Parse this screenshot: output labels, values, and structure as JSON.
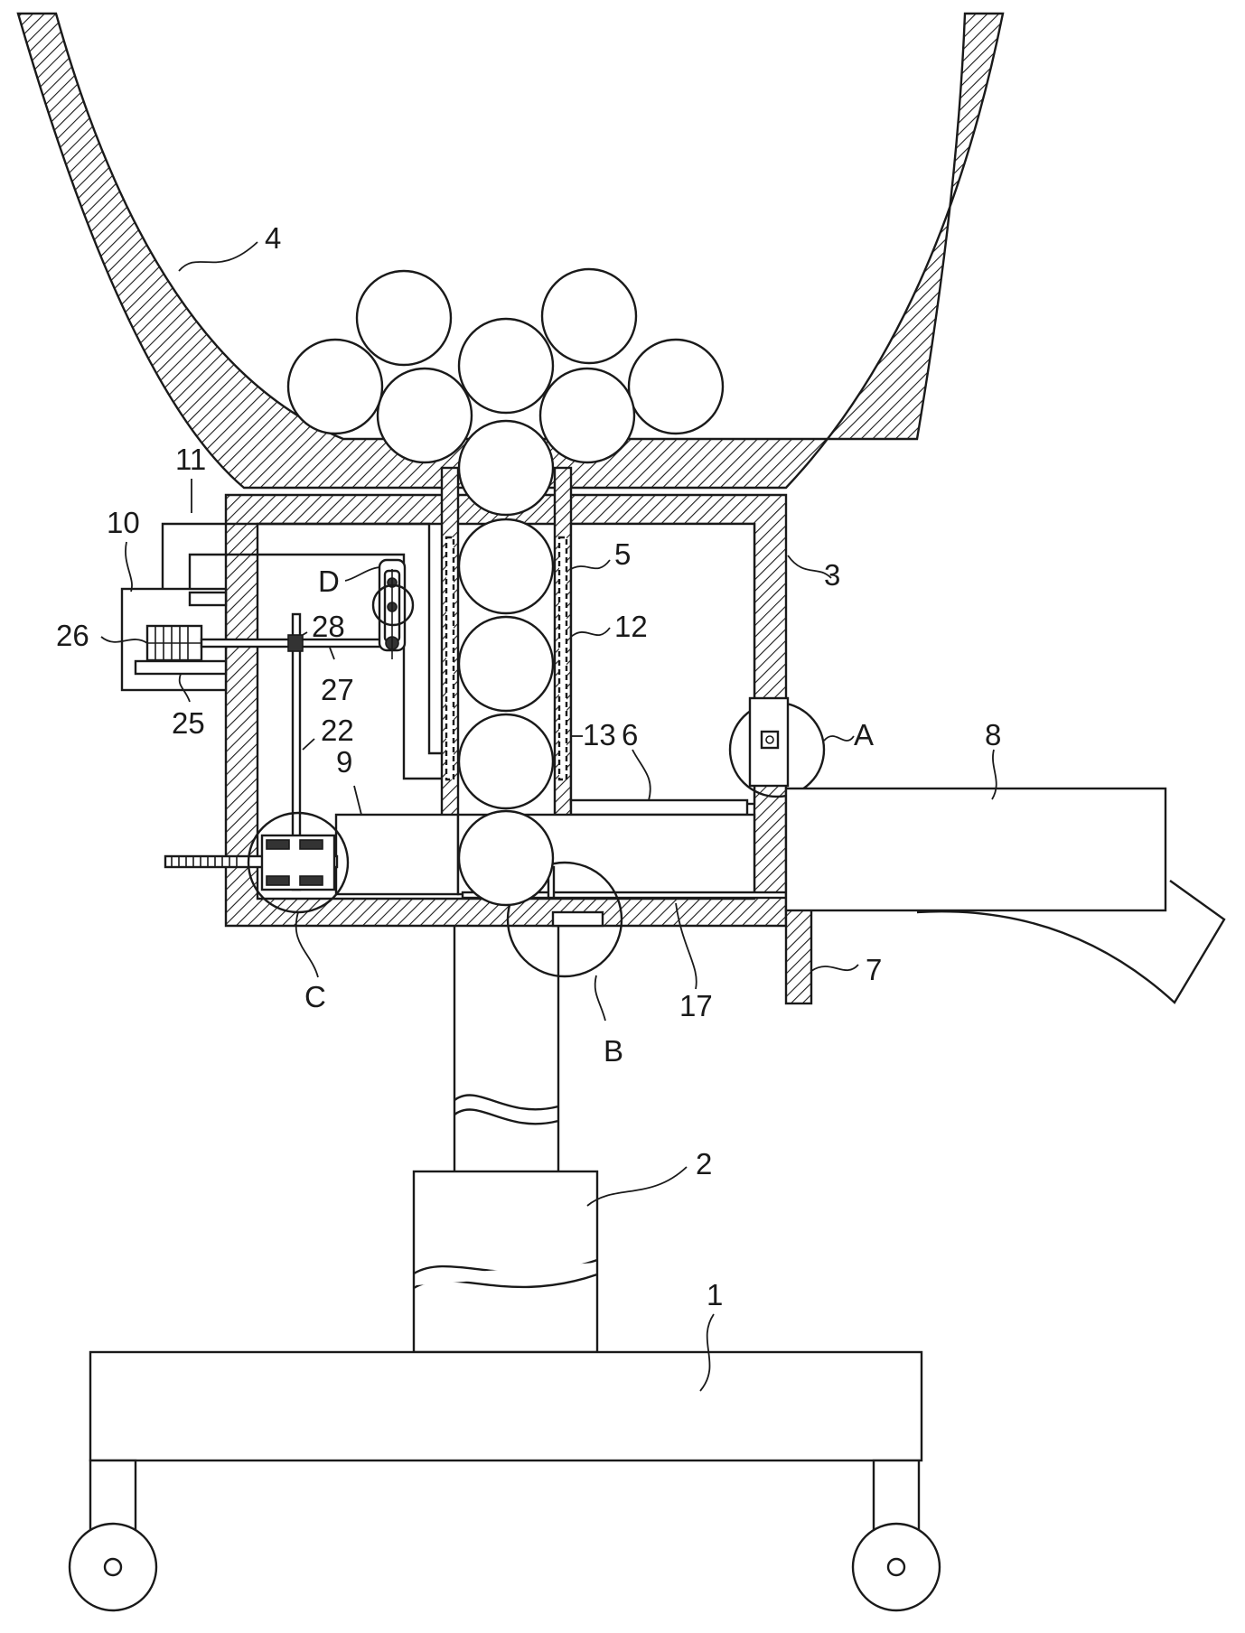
{
  "labels": {
    "l1": "1",
    "l2": "2",
    "l3": "3",
    "l4": "4",
    "l5": "5",
    "l6": "6",
    "l7": "7",
    "l8": "8",
    "l9": "9",
    "l10": "10",
    "l11": "11",
    "l12": "12",
    "l13": "13",
    "l17": "17",
    "l22": "22",
    "l25": "25",
    "l26": "26",
    "l27": "27",
    "l28": "28",
    "lA": "A",
    "lB": "B",
    "lC": "C",
    "lD": "D"
  },
  "icons": {
    "motor": "motor-icon",
    "wheel": "wheel-icon",
    "ball": "ball-icon"
  },
  "colors": {
    "line": "#1a1a1a",
    "background": "#ffffff"
  }
}
